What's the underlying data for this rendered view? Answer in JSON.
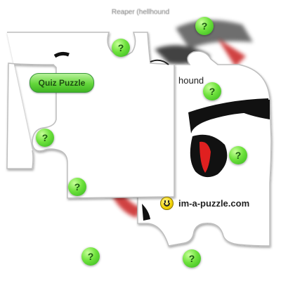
{
  "title": "Reaper (hellhound",
  "peek_text": "hound",
  "quiz_button": {
    "label": "Quiz Puzzle"
  },
  "hint_symbol": "?",
  "brand": {
    "text": "im-a-puzzle.com",
    "icon": "smiley-icon"
  },
  "colors": {
    "hint_green": "#5fd43a",
    "accent_red": "#e02020",
    "ink": "#111111"
  }
}
